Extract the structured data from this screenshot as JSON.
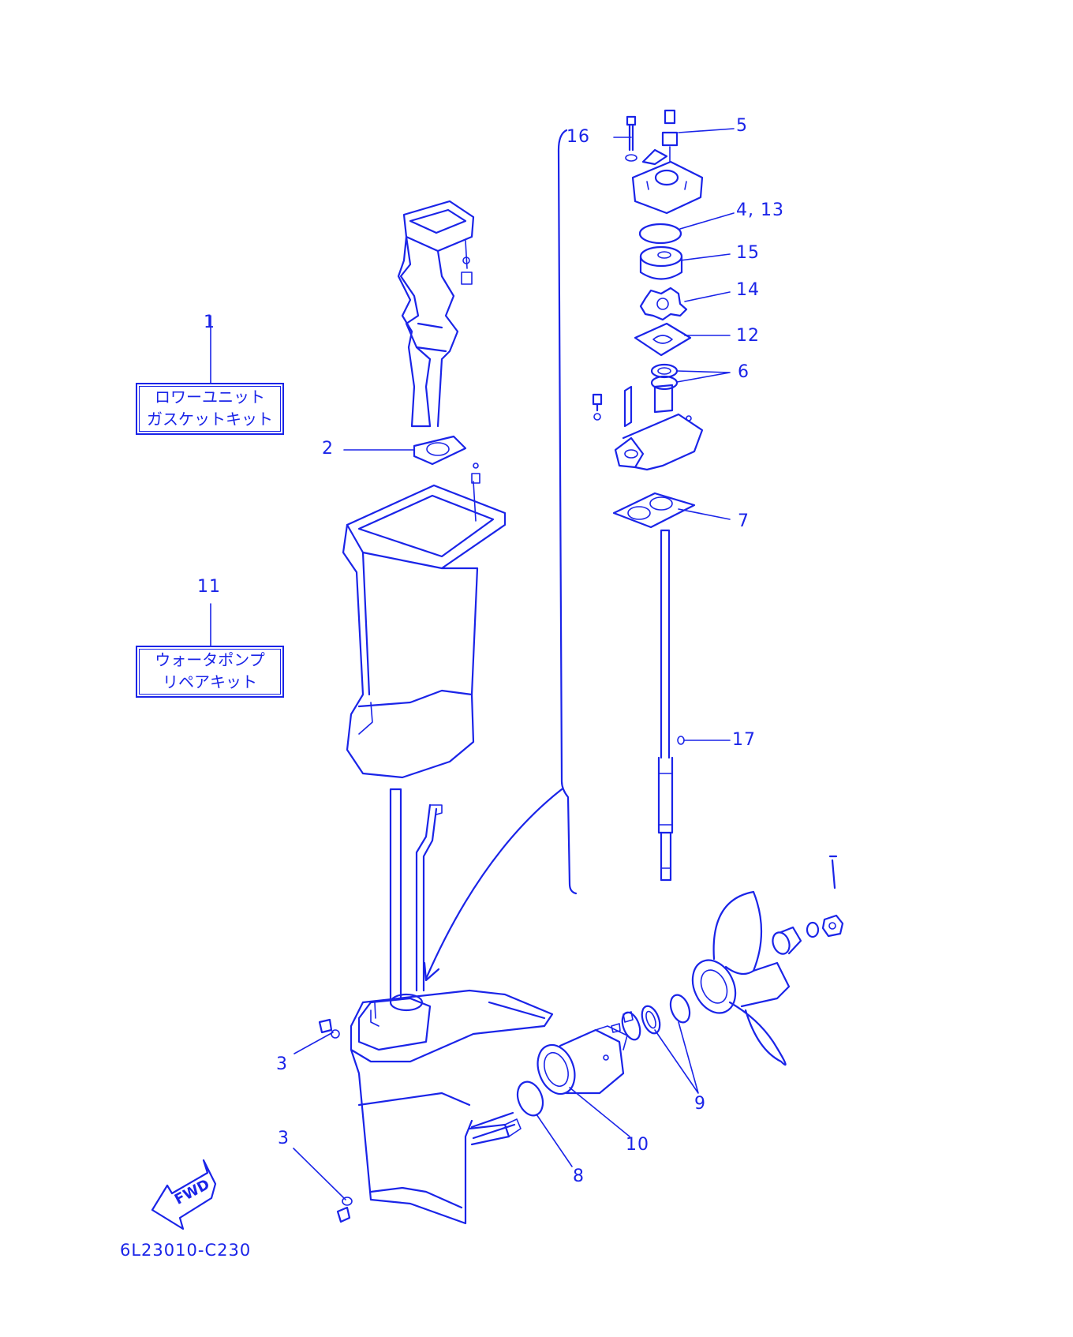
{
  "diagram": {
    "accent_color": "#1a24e8",
    "kits": [
      {
        "ref": "1",
        "lines": [
          "ロワーユニット",
          "ガスケットキット"
        ]
      },
      {
        "ref": "11",
        "lines": [
          "ウォータポンプ",
          "リペアキット"
        ]
      }
    ],
    "callouts": {
      "c16": "16",
      "c5": "5",
      "c4_13": "4, 13",
      "c15": "15",
      "c14": "14",
      "c12": "12",
      "c6": "6",
      "c7": "7",
      "c17": "17",
      "c2": "2",
      "c3a": "3",
      "c3b": "3",
      "c8": "8",
      "c9": "9",
      "c10": "10"
    },
    "fwd_label": "FWD",
    "drawing_code": "6L23010-C230"
  }
}
